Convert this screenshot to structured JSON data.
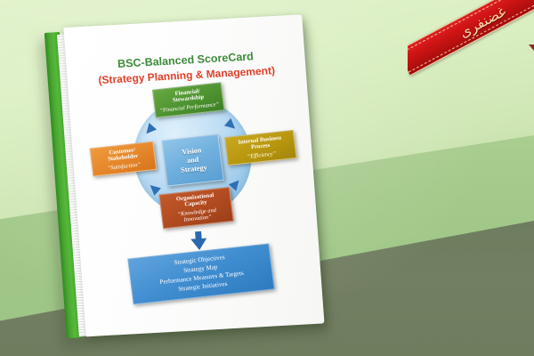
{
  "ribbon": {
    "text": "غضنفری",
    "color": "#cf1414"
  },
  "book": {
    "cover": {
      "title_line1": "BSC-Balanced ScoreCard",
      "title_line2": "(Strategy Planning & Management)",
      "title_color_1": "#3f8a3a",
      "title_color_2": "#e0402a",
      "spine_color": "#49a82f"
    },
    "diagram": {
      "center": {
        "label": "Vision\nand\nStrategy",
        "line1": "Vision",
        "line2": "and",
        "line3": "Strategy",
        "color": "#5a9fd4"
      },
      "perspectives": [
        {
          "id": "financial",
          "name_line1": "Financial/",
          "name_line2": "Stewardship",
          "italic": "“Financial Performance”",
          "color": "#4e9331",
          "position": "top"
        },
        {
          "id": "customer",
          "name_line1": "Customer/",
          "name_line2": "Stakeholder",
          "italic": "“Satisfaction”",
          "color": "#e5862a",
          "position": "left"
        },
        {
          "id": "internal-business-process",
          "name_line1": "Internal Business",
          "name_line2": "Process",
          "italic": "“Efficiency”",
          "color": "#b8970f",
          "position": "right"
        },
        {
          "id": "organizational-capacity",
          "name_line1": "Organizational",
          "name_line2": "Capacity",
          "italic": "“Knowledge and Innovation”",
          "color": "#b04a20",
          "position": "bottom"
        }
      ],
      "outcomes": {
        "color": "#3f8ccf",
        "items": [
          "Strategic Objectives",
          "Strategy Map",
          "Performance Measures & Targets",
          "Strategic Initiatives"
        ]
      }
    }
  },
  "background": {
    "top_color": "#dff0c8",
    "mid_color": "#a3c98a",
    "bottom_color": "#737f62"
  }
}
